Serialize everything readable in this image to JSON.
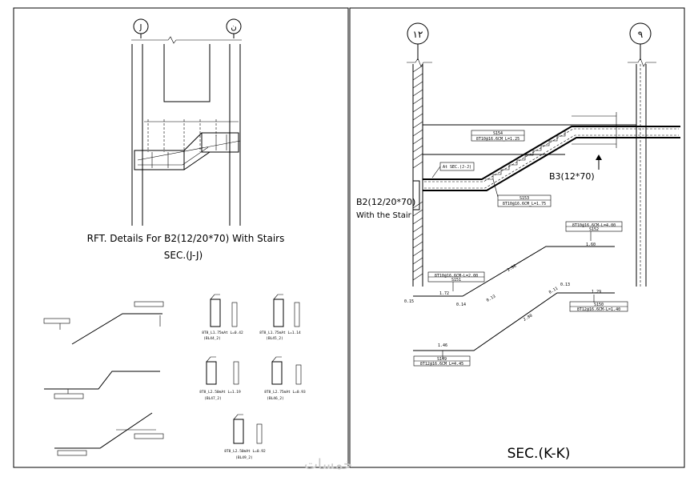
{
  "left_panel": {
    "axis_left": "J",
    "axis_right": "ن",
    "title": "RFT. Details For B2(12/20*70) With Stairs",
    "subtitle": "SEC.(J-J)",
    "bars": [
      {
        "code": "8T8_L1.75mAt L=0.42",
        "ref": "(BL44_2)"
      },
      {
        "code": "8T8_L1.75mAt L=1.14",
        "ref": "(BL45_2)"
      },
      {
        "code": "8T8_L2.50mAt L=1.19",
        "ref": "(BL47_2)"
      },
      {
        "code": "8T8_L2.75mAt L=0.93",
        "ref": "(BL46_2)"
      },
      {
        "code": "8T8_L2.50mAt L=0.92",
        "ref": "(BL49_2)"
      }
    ]
  },
  "right_panel": {
    "axis_left": "١٢",
    "axis_right": "٩",
    "beam_label": "B3(12*70)",
    "b2_label_line1": "B2(12/20*70)",
    "b2_label_line2": "With the Stair",
    "at_sec": "At SEC.(J-J)",
    "labels": {
      "s154_id": "S154",
      "s154_bar": "8T10@16.6CM_L=1.25",
      "s153_id": "S153",
      "s153_bar": "8T10@16.6CM_L=1.75",
      "s152_id": "S152",
      "s152_bar": "8T10@16.6CM-L=4.00",
      "s151_id": "S151",
      "s151_bar": "8T10@16.6CM-L=2.00",
      "s150_id": "S150",
      "s150_bar": "8T12@16.6CM-L=1.40",
      "s149_id": "S149",
      "s149_bar": "8T12@16.6CM_L=4.45"
    },
    "dims": {
      "d_160": "1.60",
      "d_286": "2.86",
      "d_172": "1.72",
      "d_015": "0.15",
      "d_014": "0.14",
      "d_013a": "0.13",
      "d_011": "0.11",
      "d_013b": "0.13",
      "d_129": "1.29",
      "d_280": "2.80",
      "d_146": "1.46"
    },
    "title": "SEC.(K-K)"
  },
  "watermark": "خمسات"
}
